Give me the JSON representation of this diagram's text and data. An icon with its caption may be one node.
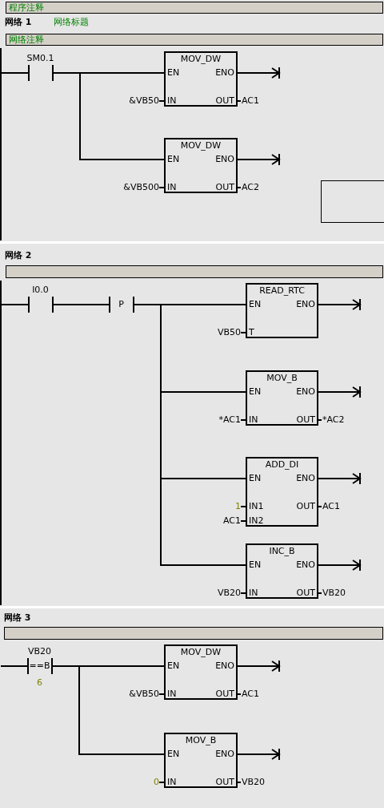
{
  "diagram": {
    "nodes": [
      {
        "text": [
          "程序注释"
        ]
      },
      {
        "text": [
          "网络注释"
        ]
      },
      {
        "text": [
          "SM0.1"
        ]
      },
      {
        "text": [
          "MOV_DW",
          "EN",
          "ENO",
          "IN",
          "OUT"
        ],
        "beside": [
          "&VB50",
          "AC1"
        ]
      },
      {
        "text": [
          "MOV_DW",
          "EN",
          "ENO",
          "IN",
          "OUT"
        ],
        "beside": [
          "&VB500",
          "AC2"
        ]
      },
      {
        "text": [],
        "shape": "box"
      },
      {
        "text": [],
        "shape": "bar"
      },
      {
        "text": [
          "I0.0"
        ]
      },
      {
        "text": [
          "P"
        ]
      },
      {
        "text": [
          "READ_RTC",
          "EN",
          "ENO",
          "T"
        ],
        "beside": [
          "VB50"
        ]
      },
      {
        "text": [
          "MOV_B",
          "EN",
          "ENO",
          "IN",
          "OUT"
        ],
        "beside": [
          "*AC1",
          "*AC2"
        ]
      },
      {
        "text": [
          "ADD_DI",
          "EN",
          "ENO",
          "IN1",
          "OUT",
          "IN2"
        ],
        "beside": [
          "1",
          "AC1",
          "AC1"
        ]
      },
      {
        "text": [
          "INC_B",
          "EN",
          "ENO",
          "IN",
          "OUT"
        ],
        "beside": [
          "VB20",
          "VB20"
        ]
      },
      {
        "text": [],
        "shape": "bar"
      },
      {
        "text": [
          "VB20",
          "==B",
          "6"
        ]
      },
      {
        "text": [
          "MOV_DW",
          "EN",
          "ENO",
          "IN",
          "OUT"
        ],
        "beside": [
          "&VB50",
          "AC1"
        ]
      },
      {
        "text": [
          "MOV_B",
          "EN",
          "ENO",
          "IN",
          "OUT"
        ],
        "beside": [
          "0",
          "VB20"
        ]
      }
    ],
    "edges": [
      {
        "from": null,
        "to": 2,
        "arrow": "none"
      },
      {
        "from": 2,
        "to": 3,
        "arrow": "none"
      },
      {
        "from": 2,
        "to": 4,
        "arrow": "none"
      },
      {
        "from": 3,
        "to": null,
        "arrow": "to"
      },
      {
        "from": 4,
        "to": null,
        "arrow": "to"
      },
      {
        "from": null,
        "to": 7,
        "arrow": "none"
      },
      {
        "from": 7,
        "to": 8,
        "arrow": "none"
      },
      {
        "from": 8,
        "to": 9,
        "arrow": "none"
      },
      {
        "from": 8,
        "to": 10,
        "arrow": "none"
      },
      {
        "from": 8,
        "to": 11,
        "arrow": "none"
      },
      {
        "from": 8,
        "to": 12,
        "arrow": "none"
      },
      {
        "from": 9,
        "to": null,
        "arrow": "to"
      },
      {
        "from": 10,
        "to": null,
        "arrow": "to"
      },
      {
        "from": 11,
        "to": null,
        "arrow": "to"
      },
      {
        "from": 12,
        "to": null,
        "arrow": "to"
      },
      {
        "from": null,
        "to": 14,
        "arrow": "none"
      },
      {
        "from": 14,
        "to": 15,
        "arrow": "none"
      },
      {
        "from": 14,
        "to": 16,
        "arrow": "none"
      },
      {
        "from": 15,
        "to": null,
        "arrow": "to"
      },
      {
        "from": 16,
        "to": null,
        "arrow": "to"
      }
    ],
    "labels": [
      "网络 1",
      "网络标题",
      "网络 2",
      "网络 3"
    ]
  }
}
